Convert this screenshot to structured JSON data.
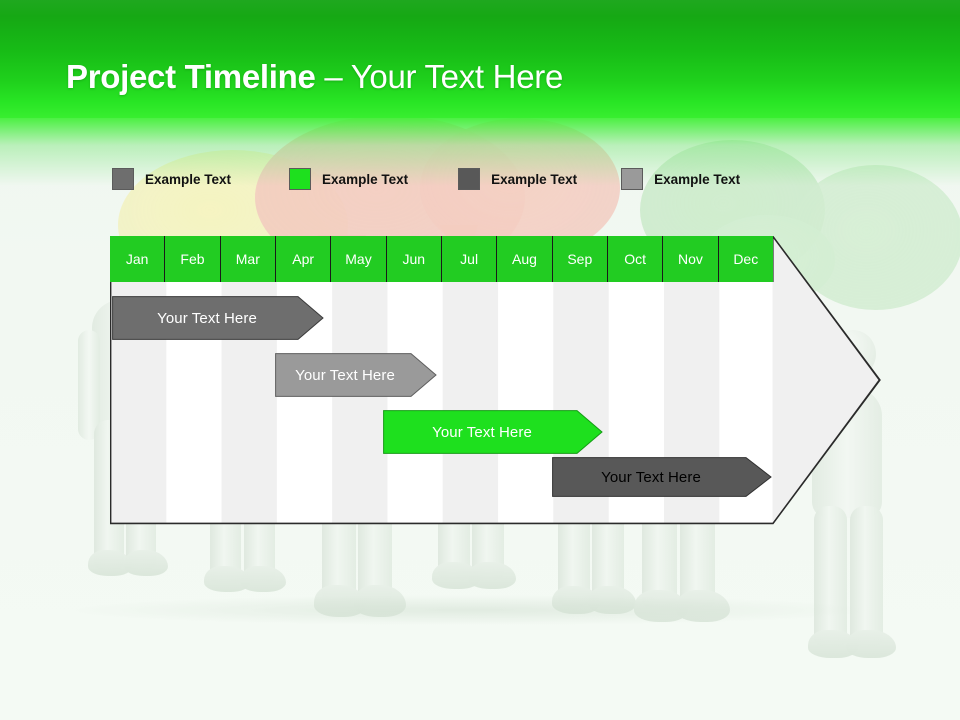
{
  "slide": {
    "title_bold": "Project Timeline",
    "title_separator": " – ",
    "title_regular": "Your Text Here"
  },
  "legend": {
    "items": [
      {
        "label": "Example Text",
        "color": "#6e6e6e",
        "icon": "legend-swatch-icon"
      },
      {
        "label": "Example Text",
        "color": "#1ee01e",
        "icon": "legend-swatch-icon"
      },
      {
        "label": "Example Text",
        "color": "#585858",
        "icon": "legend-swatch-icon"
      },
      {
        "label": "Example Text",
        "color": "#9a9a9a",
        "icon": "legend-swatch-icon"
      }
    ]
  },
  "chart_data": {
    "type": "bar",
    "title": "Project Timeline – Your Text Here",
    "xlabel": "",
    "ylabel": "",
    "orientation": "horizontal",
    "grid": true,
    "legend_position": "top-left",
    "categories": [
      "Jan",
      "Feb",
      "Mar",
      "Apr",
      "May",
      "Jun",
      "Jul",
      "Aug",
      "Sep",
      "Oct",
      "Nov",
      "Dec"
    ],
    "axis_header_color": "#22cc22",
    "tasks": [
      {
        "label": "Your  Text Here",
        "start_month": "Jan",
        "end_month": "Apr",
        "color": "#6e6e6e",
        "text_color": "#ffffff"
      },
      {
        "label": "Your  Text Here",
        "start_month": "Apr",
        "end_month": "Jun",
        "color": "#9a9a9a",
        "text_color": "#ffffff"
      },
      {
        "label": "Your  Text Here",
        "start_month": "Jun",
        "end_month": "Sep",
        "color": "#1ee01e",
        "text_color": "#ffffff"
      },
      {
        "label": "Your  Text Here",
        "start_month": "Sep",
        "end_month": "Dec",
        "color": "#585858",
        "text_color": "#000000"
      }
    ]
  },
  "months": [
    "Jan",
    "Feb",
    "Mar",
    "Apr",
    "May",
    "Jun",
    "Jul",
    "Aug",
    "Sep",
    "Oct",
    "Nov",
    "Dec"
  ],
  "bars": [
    {
      "label": "Your  Text Here"
    },
    {
      "label": "Your  Text Here"
    },
    {
      "label": "Your  Text Here"
    },
    {
      "label": "Your  Text Here"
    }
  ]
}
